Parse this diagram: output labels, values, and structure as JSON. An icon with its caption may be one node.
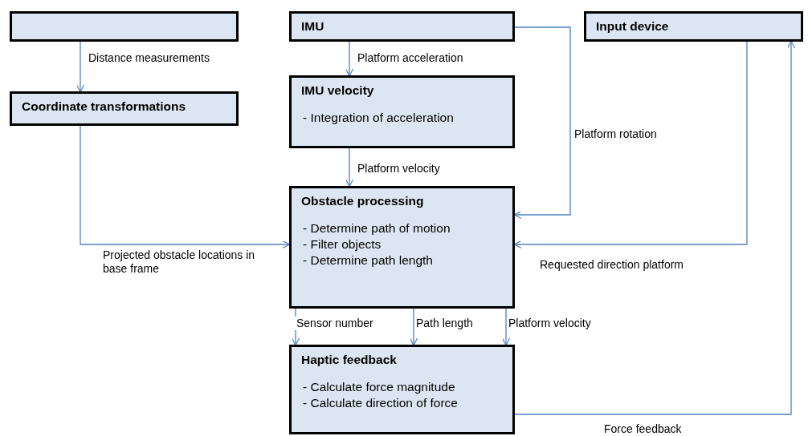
{
  "diagram": {
    "nodes": [
      {
        "text": [],
        "shape": "box"
      },
      {
        "text": [
          "IMU"
        ]
      },
      {
        "text": [
          "Input device"
        ]
      },
      {
        "text": [
          "Coordinate transformations"
        ]
      },
      {
        "text": [
          "IMU velocity",
          "- Integration of acceleration"
        ]
      },
      {
        "text": [
          "Obstacle processing",
          "- Determine path of motion",
          "- Filter objects",
          "- Determine path length"
        ]
      },
      {
        "text": [
          "Haptic feedback",
          "- Calculate force magnitude",
          "- Calculate direction of force"
        ]
      }
    ],
    "edges": [
      {
        "from": 0,
        "to": 3,
        "arrow": "to",
        "label": "Distance measurements"
      },
      {
        "from": 1,
        "to": 4,
        "arrow": "to",
        "label": "Platform acceleration"
      },
      {
        "from": 4,
        "to": 5,
        "arrow": "to",
        "label": "Platform velocity"
      },
      {
        "from": 3,
        "to": 5,
        "arrow": "to",
        "label": "Projected obstacle locations in base frame"
      },
      {
        "from": 1,
        "to": 5,
        "arrow": "to",
        "label": "Platform rotation"
      },
      {
        "from": 2,
        "to": 5,
        "arrow": "to",
        "label": "Requested direction platform"
      },
      {
        "from": 5,
        "to": 6,
        "arrow": "to",
        "label": "Sensor number"
      },
      {
        "from": 5,
        "to": 6,
        "arrow": "to",
        "label": "Path length"
      },
      {
        "from": 5,
        "to": 6,
        "arrow": "to",
        "label": "Platform velocity"
      },
      {
        "from": 6,
        "to": 2,
        "arrow": "to",
        "label": "Force feedback"
      }
    ]
  }
}
